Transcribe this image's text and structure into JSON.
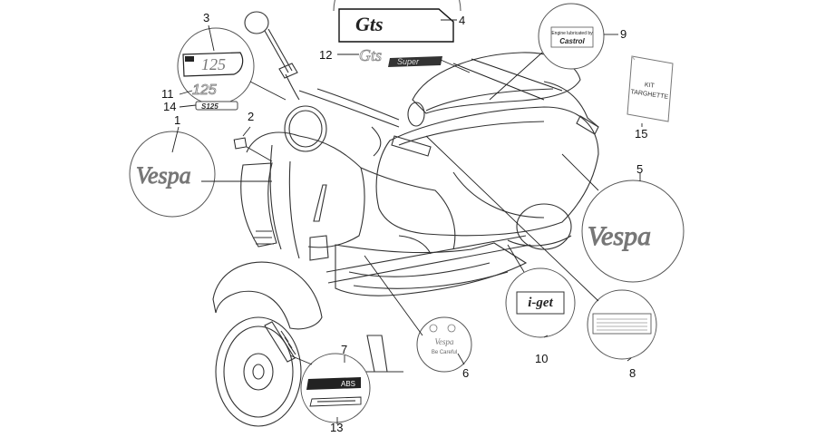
{
  "callouts": [
    "1",
    "2",
    "3",
    "4",
    "5",
    "6",
    "7",
    "8",
    "9",
    "10",
    "11",
    "12",
    "13",
    "14",
    "15"
  ],
  "decals": {
    "gts_badge": "Gts",
    "gts_super_left": "Gts",
    "gts_super_right": "Super",
    "vespa_left": "Vespa",
    "vespa_right": "Vespa",
    "badge_125": "125",
    "badge_125_outline": "125",
    "badge_s125": "S125",
    "castrol_line1": "Engine lubricated by",
    "castrol_line2": "Castrol",
    "iget": "i-get",
    "abs": "ABS",
    "kit_line1": "KIT",
    "kit_line2": "TARGHETTE",
    "vespa_circle_line1": "Vespa",
    "vespa_circle_line2": "Be Careful"
  }
}
